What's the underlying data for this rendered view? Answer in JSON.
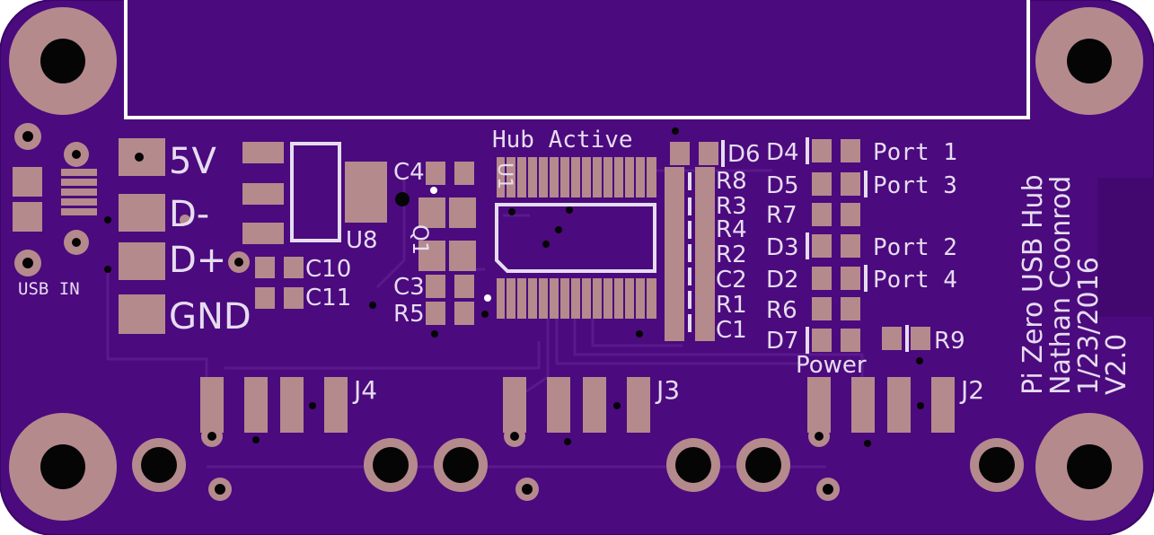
{
  "board": {
    "colors": {
      "substrate": "#4b0a7e",
      "substrate_edge": "#3a0666",
      "pad": "#b58a8c",
      "silkscreen": "#e6dcf0",
      "hole": "#050505",
      "trace": "#5a1a8c"
    },
    "title": {
      "line1": "Pi Zero USB Hub",
      "line2": "Nathan Coonrod",
      "line3": "1/23/2016",
      "line4": "V2.0"
    },
    "labels": {
      "usb_in": "USB IN",
      "v5": "5V",
      "d_minus": "D-",
      "d_plus": "D+",
      "gnd": "GND",
      "hub_active": "Hub Active",
      "power": "Power",
      "c4": "C4",
      "c3": "C3",
      "r5": "R5",
      "c10": "C10",
      "c11": "C11",
      "u8": "U8",
      "u1": "U1",
      "q1": "Q1",
      "d6": "D6",
      "r8": "R8",
      "r3": "R3",
      "r4": "R4",
      "r2": "R2",
      "c2": "C2",
      "r1": "R1",
      "c1": "C1",
      "d4": "D4",
      "d5": "D5",
      "r7": "R7",
      "d3": "D3",
      "d2": "D2",
      "r6": "R6",
      "d7": "D7",
      "r9": "R9",
      "port1": "Port 1",
      "port3": "Port 3",
      "port2": "Port 2",
      "port4": "Port 4",
      "j4": "J4",
      "j3": "J3",
      "j2": "J2"
    }
  }
}
